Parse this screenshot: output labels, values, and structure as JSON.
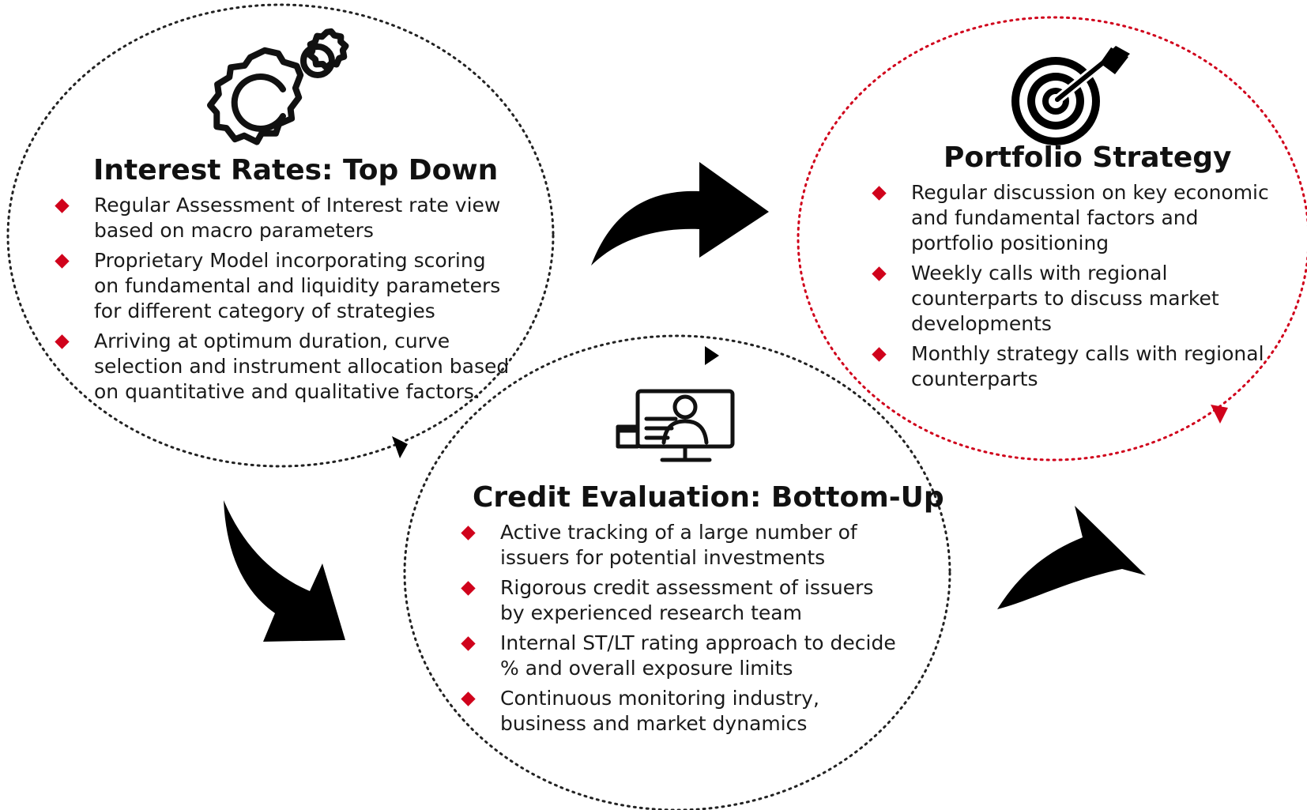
{
  "colors": {
    "bullet": "#d0021b",
    "loop_default": "#222222",
    "loop_accent": "#d0021b",
    "arrow": "#000000"
  },
  "icons": {
    "interest": "gears-icon",
    "portfolio": "target-dart-icon",
    "credit": "analyst-computer-icon"
  },
  "blocks": {
    "interest": {
      "title": "Interest Rates: Top Down",
      "bullets": [
        "Regular Assessment of Interest rate view based on macro parameters",
        "Proprietary Model incorporating scoring on fundamental and liquidity parameters for different category of strategies",
        "Arriving at optimum duration, curve selection and instrument allocation based on quantitative and qualitative factors."
      ]
    },
    "portfolio": {
      "title": "Portfolio Strategy",
      "bullets": [
        "Regular discussion on key economic and fundamental factors and portfolio positioning",
        "Weekly calls with regional counterparts to discuss market developments",
        "Monthly strategy calls with regional counterparts"
      ]
    },
    "credit": {
      "title": "Credit Evaluation: Bottom-Up",
      "bullets": [
        "Active tracking of a large number of issuers for potential investments",
        "Rigorous credit assessment of issuers by experienced research team",
        "Internal ST/LT rating approach to decide % and overall exposure limits",
        "Continuous monitoring industry, business and market dynamics"
      ]
    }
  }
}
